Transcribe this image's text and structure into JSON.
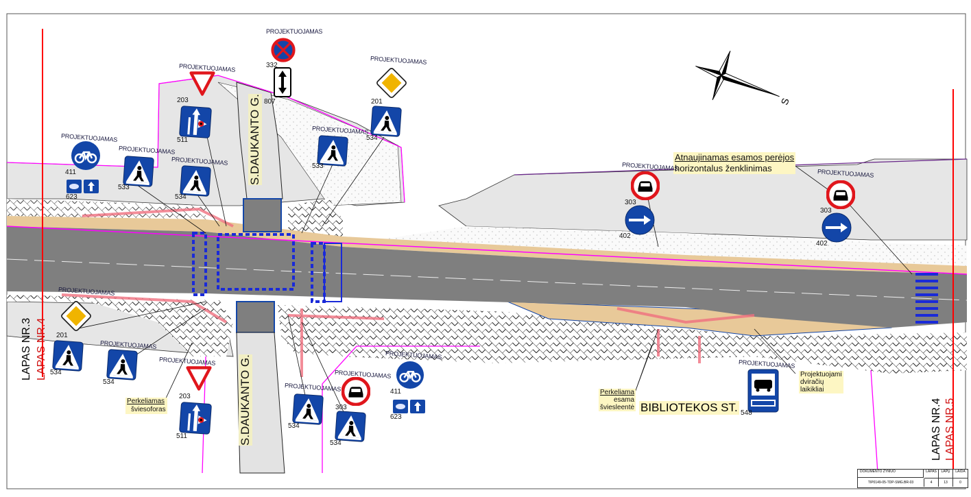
{
  "project_label": "PROJEKTUOJAMAS",
  "streets": {
    "daukanto_top": "S.DAUKANTO G.",
    "daukanto_bottom": "S.DAUKANTO G.",
    "bibliotekos": "BIBLIOTEKOS ST."
  },
  "sheets": {
    "left_a": "LAPAS NR.3",
    "left_b": "LAPAS NR.4",
    "right_a": "LAPAS NR.4",
    "right_b": "LAPAS NR.5"
  },
  "compass_letter": "S",
  "notes": {
    "crossing_marking": [
      "Atnaujinamas esamos perėjos",
      "horizontalus ženklinimas"
    ],
    "traffic_light": [
      "Perkeliamas",
      "šviesoforas"
    ],
    "light_board": [
      "Perkeliama",
      "esama",
      "šviesleentė"
    ],
    "bike_racks": [
      "Projektuojami",
      "dviračių",
      "laikikliai"
    ]
  },
  "signs": {
    "s332": "332",
    "s807": "807",
    "s203a": "203",
    "s511a": "511",
    "s201a": "201",
    "s534a": "534",
    "s411a": "411",
    "s623a": "623",
    "s533a": "533",
    "s534b": "534",
    "s533b": "533",
    "s303a": "303",
    "s402a": "402",
    "s303b": "303",
    "s402b": "402",
    "s201b": "201",
    "s534c": "534",
    "s534d": "534",
    "s203b": "203",
    "s511b": "511",
    "s534e": "534",
    "s303c": "303",
    "s534f": "534",
    "s411b": "411",
    "s623b": "623",
    "s548": "548"
  },
  "title_block": {
    "doc_label": "DOKUMENTO ŽYMUO",
    "doc_code": "TIP0149-05-TDP-SMG.BR-03",
    "lapas_label": "LAPAS",
    "lapas": "4",
    "lapu_label": "LAPŲ",
    "lapu": "13",
    "laida_label": "LAIDA",
    "laida": "0"
  },
  "colors": {
    "road": "#808080",
    "sidewalk": "#e8c999",
    "sign_blue": "#1346a8",
    "sign_red": "#e0161c",
    "boundary": "#ff00ff",
    "sheet_line": "#ff0000"
  }
}
